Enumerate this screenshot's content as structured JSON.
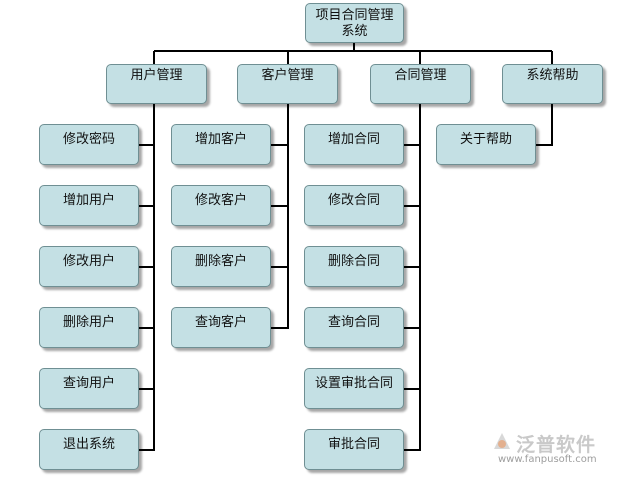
{
  "root": {
    "line1": "项目合同管理",
    "line2": "系统"
  },
  "categories": [
    {
      "label": "用户管理",
      "children": [
        "修改密码",
        "增加用户",
        "修改用户",
        "删除用户",
        "查询用户",
        "退出系统"
      ]
    },
    {
      "label": "客户管理",
      "children": [
        "增加客户",
        "修改客户",
        "删除客户",
        "查询客户"
      ]
    },
    {
      "label": "合同管理",
      "children": [
        "增加合同",
        "修改合同",
        "删除合同",
        "查询合同",
        "设置审批合同",
        "审批合同"
      ]
    },
    {
      "label": "系统帮助",
      "children": [
        "关于帮助"
      ]
    }
  ],
  "watermark": {
    "name": "泛普软件",
    "url": "www.fanpusoft.com"
  },
  "colors": {
    "box_fill": "#c4e0e4",
    "box_border": "#6f8f93",
    "connector": "#000000"
  }
}
